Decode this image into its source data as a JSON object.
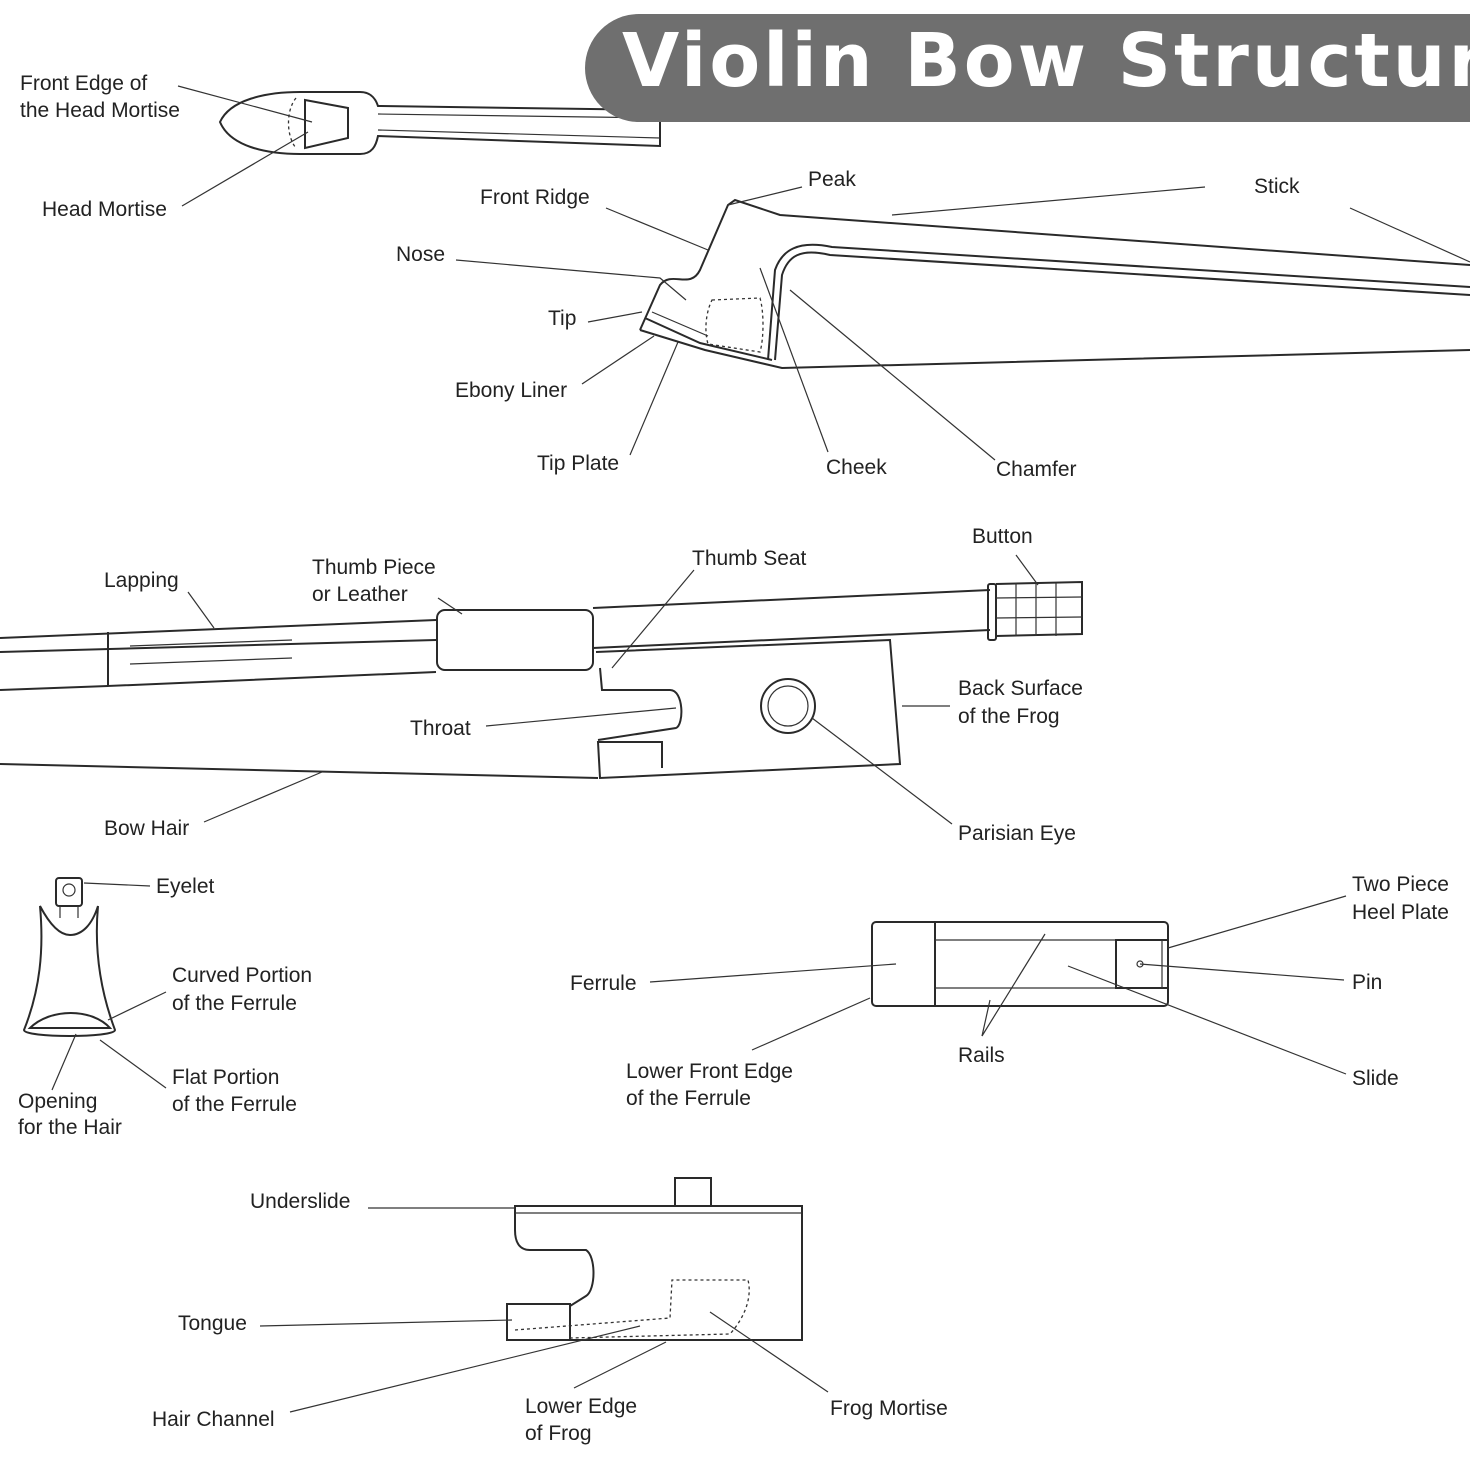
{
  "title": "Violin Bow Structure",
  "colors": {
    "banner": "#6f6f6f",
    "title_text": "#ffffff",
    "line_art": "#2a2a2a"
  },
  "labels": {
    "front_edge_head_mortise": [
      "Front Edge of",
      "the Head Mortise"
    ],
    "head_mortise": "Head Mortise",
    "peak": "Peak",
    "stick": "Stick",
    "front_ridge": "Front Ridge",
    "nose": "Nose",
    "tip": "Tip",
    "ebony_liner": "Ebony Liner",
    "tip_plate": "Tip Plate",
    "cheek": "Cheek",
    "chamfer": "Chamfer",
    "button": "Button",
    "thumb_seat": "Thumb Seat",
    "lapping": "Lapping",
    "thumb_piece": [
      "Thumb Piece",
      "or Leather"
    ],
    "back_surface_frog": [
      "Back Surface",
      "of the Frog"
    ],
    "throat": "Throat",
    "bow_hair": "Bow Hair",
    "parisian_eye": "Parisian Eye",
    "eyelet": "Eyelet",
    "curved_portion_ferrule": [
      "Curved Portion",
      "of the Ferrule"
    ],
    "flat_portion_ferrule": [
      "Flat Portion",
      "of the Ferrule"
    ],
    "opening_for_hair": [
      "Opening",
      "for the Hair"
    ],
    "ferrule": "Ferrule",
    "two_piece_heel_plate": [
      "Two Piece",
      "Heel Plate"
    ],
    "pin": "Pin",
    "rails": "Rails",
    "slide": "Slide",
    "lower_front_edge_ferrule": [
      "Lower Front Edge",
      "of the Ferrule"
    ],
    "underslide": "Underslide",
    "tongue": "Tongue",
    "hair_channel": "Hair Channel",
    "lower_edge_frog": [
      "Lower Edge",
      "of Frog"
    ],
    "frog_mortise": "Frog Mortise"
  }
}
